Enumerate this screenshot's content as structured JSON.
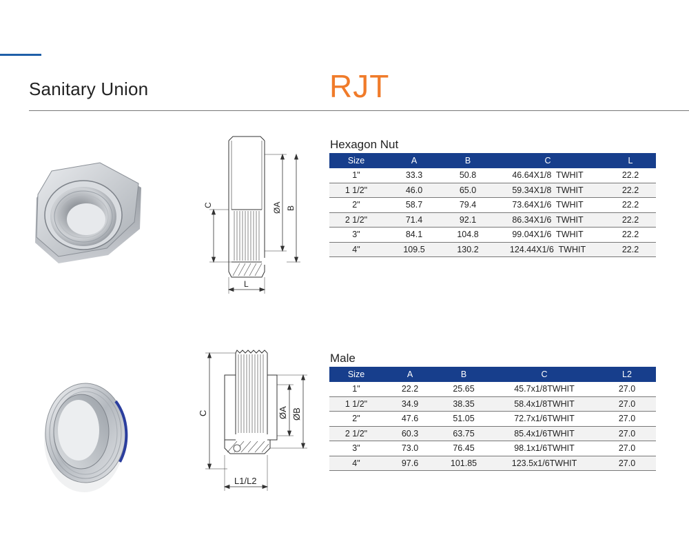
{
  "header": {
    "title": "Sanitary Union",
    "model": "RJT",
    "accent_color": "#1f5fa8",
    "model_color": "#f07b2a"
  },
  "sections": [
    {
      "name": "Hexagon Nut",
      "columns": [
        "Size",
        "A",
        "B",
        "C",
        "L"
      ],
      "rows": [
        [
          "1\"",
          "33.3",
          "50.8",
          "46.64X1/8  TWHIT",
          "22.2"
        ],
        [
          "1 1/2\"",
          "46.0",
          "65.0",
          "59.34X1/8  TWHIT",
          "22.2"
        ],
        [
          "2\"",
          "58.7",
          "79.4",
          "73.64X1/6  TWHIT",
          "22.2"
        ],
        [
          "2 1/2\"",
          "71.4",
          "92.1",
          "86.34X1/6  TWHIT",
          "22.2"
        ],
        [
          "3\"",
          "84.1",
          "104.8",
          "99.04X1/6  TWHIT",
          "22.2"
        ],
        [
          "4\"",
          "109.5",
          "130.2",
          "124.44X1/6  TWHIT",
          "22.2"
        ]
      ],
      "drawing_labels": {
        "c": "C",
        "a": "ØA",
        "b": "B",
        "l": "L"
      }
    },
    {
      "name": "Male",
      "columns": [
        "Size",
        "A",
        "B",
        "C",
        "L2"
      ],
      "rows": [
        [
          "1\"",
          "22.2",
          "25.65",
          "45.7x1/8TWHIT",
          "27.0"
        ],
        [
          "1 1/2\"",
          "34.9",
          "38.35",
          "58.4x1/8TWHIT",
          "27.0"
        ],
        [
          "2\"",
          "47.6",
          "51.05",
          "72.7x1/6TWHIT",
          "27.0"
        ],
        [
          "2 1/2\"",
          "60.3",
          "63.75",
          "85.4x1/6TWHIT",
          "27.0"
        ],
        [
          "3\"",
          "73.0",
          "76.45",
          "98.1x1/6TWHIT",
          "27.0"
        ],
        [
          "4\"",
          "97.6",
          "101.85",
          "123.5x1/6TWHIT",
          "27.0"
        ]
      ],
      "drawing_labels": {
        "c": "C",
        "a": "ØA",
        "b": "ØB",
        "l": "L1/L2"
      }
    }
  ],
  "table_header_color": "#173e8c"
}
